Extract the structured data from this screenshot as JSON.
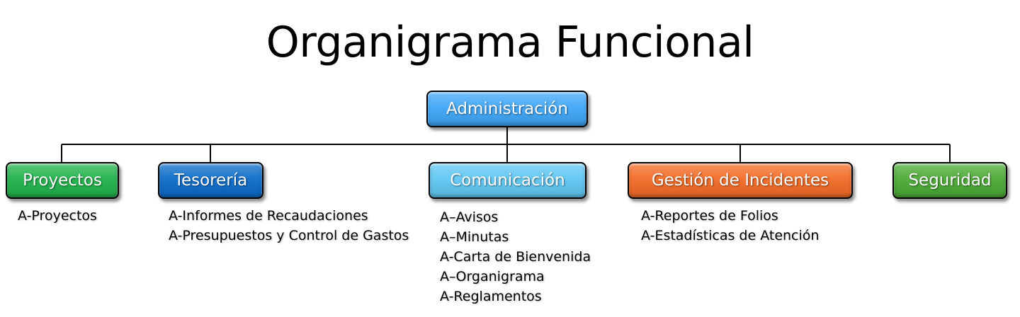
{
  "title": "Organigrama Funcional",
  "root": {
    "label": "Administración",
    "color": "#3da5f5"
  },
  "departments": [
    {
      "label": "Proyectos",
      "color": "#1fb24a",
      "items": [
        "A-Proyectos"
      ]
    },
    {
      "label": "Tesorería",
      "color": "#0a6bc8",
      "items": [
        "A-Informes de Recaudaciones",
        "A-Presupuestos y Control de Gastos"
      ]
    },
    {
      "label": "Comunicación",
      "color": "#5ec6f2",
      "items": [
        "A–Avisos",
        "A–Minutas",
        "A-Carta de Bienvenida",
        "A–Organigrama",
        "A-Reglamentos"
      ]
    },
    {
      "label": "Gestión de Incidentes",
      "color": "#f26a24",
      "items": [
        "A-Reportes de Folios",
        "A-Estadísticas de Atención"
      ]
    },
    {
      "label": "Seguridad",
      "color": "#4aa934",
      "items": []
    }
  ]
}
